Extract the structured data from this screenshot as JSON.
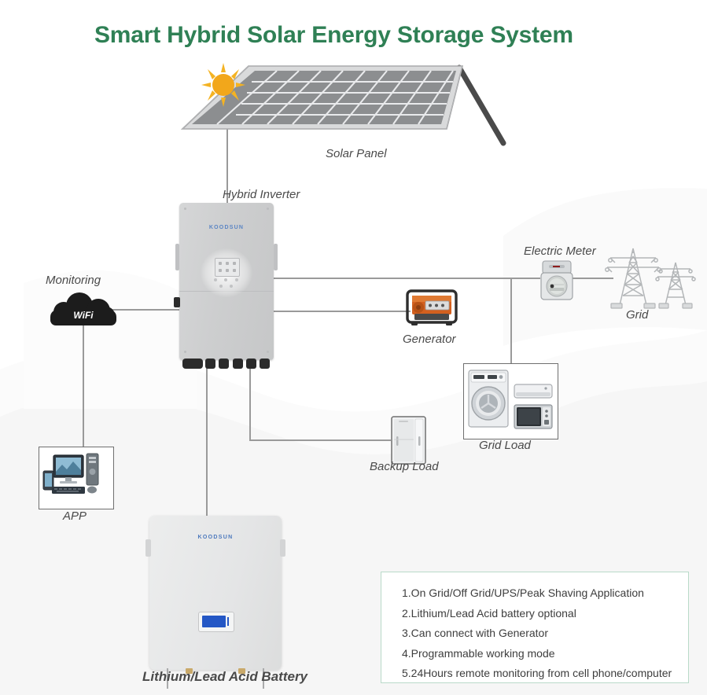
{
  "page": {
    "title": "Smart Hybrid Solar Energy Storage System",
    "title_color": "#2f8055",
    "background": "#ffffff"
  },
  "brand": {
    "inverter_logo": "KOODSUN",
    "battery_logo": "KOODSUN"
  },
  "nodes": {
    "solar_panel": {
      "label": "Solar Panel",
      "icon": "solar-panel-icon"
    },
    "sun": {
      "icon": "sun-icon",
      "color": "#f2a71b"
    },
    "hybrid_inverter": {
      "label": "Hybrid Inverter",
      "icon": "inverter-icon"
    },
    "monitoring": {
      "label": "Monitoring",
      "icon": "wifi-cloud-icon",
      "cloud_text": "WiFi"
    },
    "app": {
      "label": "APP",
      "icon": "computer-phone-icon"
    },
    "generator": {
      "label": "Generator",
      "icon": "generator-icon",
      "color": "#d4601f"
    },
    "electric_meter": {
      "label": "Electric Meter",
      "icon": "electric-meter-icon"
    },
    "grid": {
      "label": "Grid",
      "icon": "transmission-tower-icon"
    },
    "grid_load": {
      "label": "Grid Load",
      "icon": "appliances-icon"
    },
    "backup_load": {
      "label": "Backup Load",
      "icon": "refrigerator-icon"
    },
    "battery": {
      "label": "Lithium/Lead Acid Battery",
      "icon": "battery-pack-icon"
    }
  },
  "features": {
    "items": [
      "1.On Grid/Off Grid/UPS/Peak Shaving Application",
      "2.Lithium/Lead Acid battery optional",
      "3.Can connect with Generator",
      "4.Programmable working mode",
      "5.24Hours remote monitoring from cell phone/computer"
    ],
    "border_color": "#b9dac9"
  },
  "wires": {
    "color": "#9a9a9a"
  }
}
